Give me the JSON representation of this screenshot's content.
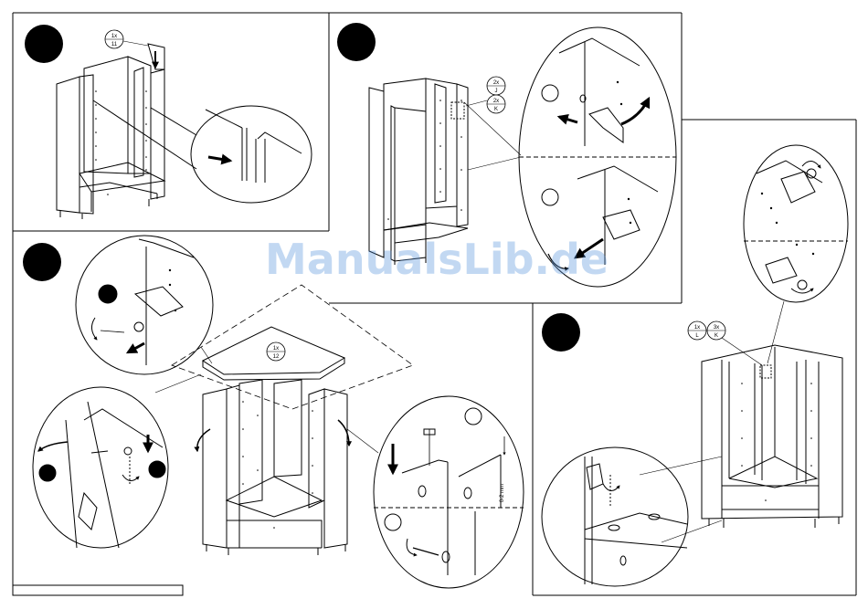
{
  "watermark": "ManualsLib.de",
  "colors": {
    "line": "#000000",
    "watermark": "#4f8edb",
    "background": "#ffffff"
  },
  "steps": [
    {
      "panel": "top-left",
      "badges": [
        {
          "qty": "1x",
          "part": "11"
        }
      ]
    },
    {
      "panel": "top-middle",
      "badges": [
        {
          "qty": "2x",
          "part": "J"
        },
        {
          "qty": "2x",
          "part": "K"
        }
      ]
    },
    {
      "panel": "bottom-left",
      "badges": [
        {
          "qty": "1x",
          "part": "12"
        }
      ],
      "dimension": "0-2 mm"
    },
    {
      "panel": "bottom-right",
      "badges": [
        {
          "qty": "1x",
          "part": "L"
        },
        {
          "qty": "3x",
          "part": "K"
        }
      ]
    }
  ]
}
